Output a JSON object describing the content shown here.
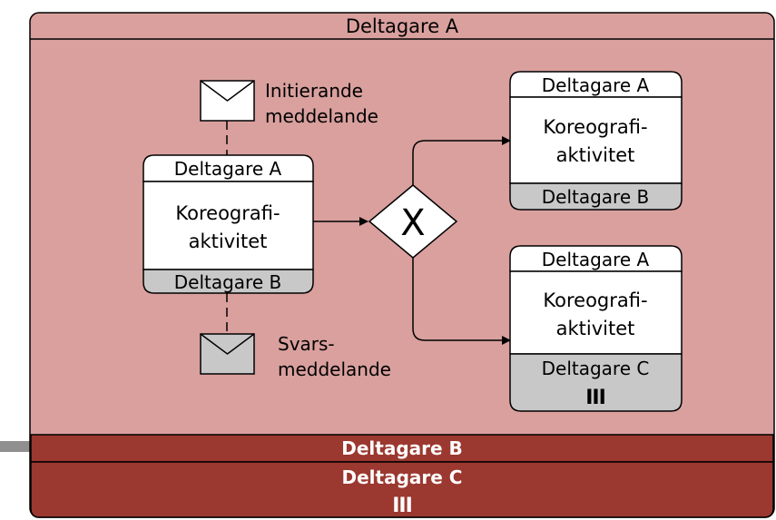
{
  "pool": {
    "top_label": "Deltagare A",
    "band_b_label": "Deltagare B",
    "band_c_label": "Deltagare C",
    "band_c_marker": "III"
  },
  "main_task": {
    "top_participant": "Deltagare A",
    "name_line1": "Koreografi-",
    "name_line2": "aktivitet",
    "bottom_participant": "Deltagare B"
  },
  "message_initiating": {
    "line1": "Initierande",
    "line2": "meddelande"
  },
  "message_reply": {
    "line1": "Svars-",
    "line2": "meddelande"
  },
  "gateway": {
    "marker": "X"
  },
  "task_top_right": {
    "top_participant": "Deltagare A",
    "name_line1": "Koreografi-",
    "name_line2": "aktivitet",
    "bottom_participant": "Deltagare B"
  },
  "task_bottom_right": {
    "top_participant": "Deltagare A",
    "name_line1": "Koreografi-",
    "name_line2": "aktivitet",
    "bottom_participant": "Deltagare C",
    "multi_marker": "III"
  },
  "colors": {
    "pool_fill": "#d9a09e",
    "band_fill": "#9b3830",
    "band_gray": "#c8c8c8",
    "white": "#ffffff",
    "stroke": "#000000"
  }
}
